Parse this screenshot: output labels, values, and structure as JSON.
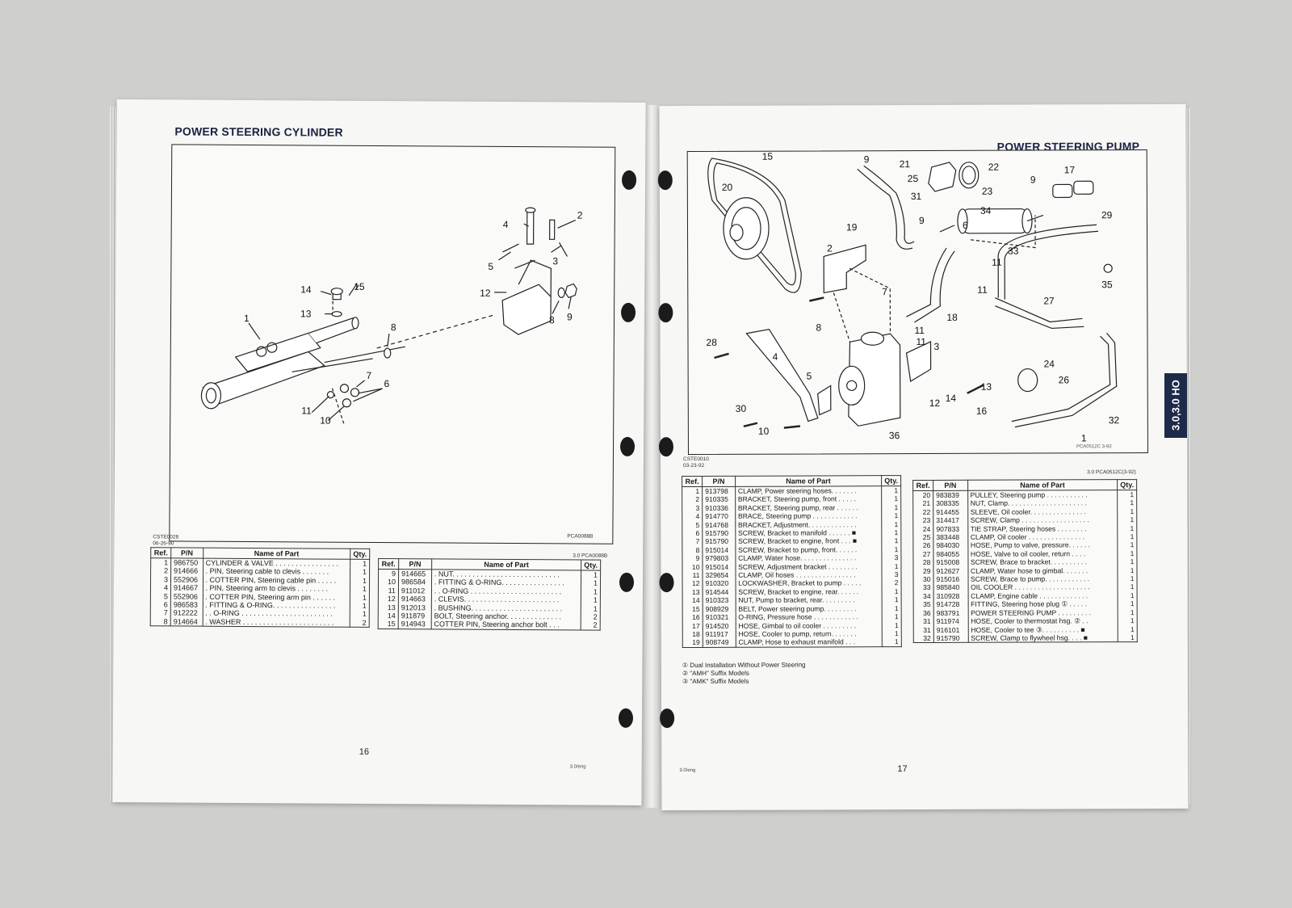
{
  "left": {
    "title": "POWER STEERING CYLINDER",
    "diagram_code": "PCA0088B",
    "small_code_1": "CSTE0028",
    "small_code_2": "06-26-90",
    "table_code": "3.0 PCA0088B",
    "page_number": "16",
    "footer": "3.0/eng",
    "headers": {
      "ref": "Ref.",
      "pn": "P/N",
      "name": "Name of Part",
      "qty": "Qty."
    },
    "callouts": [
      "1",
      "2",
      "3",
      "4",
      "5",
      "6",
      "7",
      "8",
      "8",
      "9",
      "10",
      "11",
      "12",
      "13",
      "14",
      "15"
    ],
    "table1": [
      {
        "ref": "1",
        "pn": "986750",
        "name": "CYLINDER & VALVE . . . . . . . . . . . . . . . .",
        "qty": "1"
      },
      {
        "ref": "2",
        "pn": "914666",
        "name": ". PIN, Steering cable to clevis . . . . . . .",
        "qty": "1"
      },
      {
        "ref": "3",
        "pn": "552906",
        "name": ". COTTER PIN, Steering cable pin . . . . .",
        "qty": "1"
      },
      {
        "ref": "4",
        "pn": "914667",
        "name": ". PIN, Steering arm to clevis . . . . . . . .",
        "qty": "1"
      },
      {
        "ref": "5",
        "pn": "552906",
        "name": ". COTTER PIN, Steering arm pin . . . . . .",
        "qty": "1"
      },
      {
        "ref": "6",
        "pn": "986583",
        "name": ". FITTING & O-RING. . . . . . . . . . . . . . . .",
        "qty": "1"
      },
      {
        "ref": "7",
        "pn": "912222",
        "name": ". . O-RING . . . . . . . . . . . . . . . . . . . . . . .",
        "qty": "1"
      },
      {
        "ref": "8",
        "pn": "914664",
        "name": ". WASHER . . . . . . . . . . . . . . . . . . . . . . .",
        "qty": "2"
      }
    ],
    "table2": [
      {
        "ref": "9",
        "pn": "914665",
        "name": ". NUT. . . . . . . . . . . . . . . . . . . . . . . . . . .",
        "qty": "1"
      },
      {
        "ref": "10",
        "pn": "986584",
        "name": ". FITTING & O-RING. . . . . . . . . . . . . . . .",
        "qty": "1"
      },
      {
        "ref": "11",
        "pn": "911012",
        "name": ". . O-RING . . . . . . . . . . . . . . . . . . . . . . .",
        "qty": "1"
      },
      {
        "ref": "12",
        "pn": "914663",
        "name": ". CLEVIS. . . . . . . . . . . . . . . . . . . . . . . .",
        "qty": "1"
      },
      {
        "ref": "13",
        "pn": "912013",
        "name": ". BUSHING. . . . . . . . . . . . . . . . . . . . . . .",
        "qty": "1"
      },
      {
        "ref": "14",
        "pn": "911879",
        "name": "BOLT, Steering anchor. . . . . . . . . . . . . .",
        "qty": "2"
      },
      {
        "ref": "15",
        "pn": "914943",
        "name": "COTTER PIN, Steering anchor bolt . . .",
        "qty": "2"
      }
    ]
  },
  "right": {
    "title": "POWER STEERING PUMP",
    "diagram_code": "PCA0512C  3-92",
    "small_code_1": "CSTE0010",
    "small_code_2": "03-23-92",
    "table_code": "3.0 PCA0512C(3-92)",
    "page_number": "17",
    "footer": "3.0/eng",
    "tab_label": "3.0,3.0 HO",
    "headers": {
      "ref": "Ref.",
      "pn": "P/N",
      "name": "Name of Part",
      "qty": "Qty."
    },
    "table1": [
      {
        "ref": "1",
        "pn": "913798",
        "name": "CLAMP, Power steering hoses. . . . . . .",
        "qty": "1"
      },
      {
        "ref": "2",
        "pn": "910335",
        "name": "BRACKET, Steering pump, front . . . . .",
        "qty": "1"
      },
      {
        "ref": "3",
        "pn": "910336",
        "name": "BRACKET, Steering pump, rear . . . . . .",
        "qty": "1"
      },
      {
        "ref": "4",
        "pn": "914770",
        "name": "BRACE, Steering pump . . . . . . . . . . . .",
        "qty": "1"
      },
      {
        "ref": "5",
        "pn": "914768",
        "name": "BRACKET, Adjustment. . . . . . . . . . . . .",
        "qty": "1"
      },
      {
        "ref": "6",
        "pn": "915790",
        "name": "SCREW, Bracket to manifold . . . . . . ■",
        "qty": "1"
      },
      {
        "ref": "7",
        "pn": "915790",
        "name": "SCREW, Bracket to engine, front . . . ■",
        "qty": "1"
      },
      {
        "ref": "8",
        "pn": "915014",
        "name": "SCREW, Bracket to pump, front. . . . . .",
        "qty": "1"
      },
      {
        "ref": "9",
        "pn": "979803",
        "name": "CLAMP, Water hose. . . . . . . . . . . . . . .",
        "qty": "3"
      },
      {
        "ref": "10",
        "pn": "915014",
        "name": "SCREW, Adjustment bracket . . . . . . . .",
        "qty": "1"
      },
      {
        "ref": "11",
        "pn": "329654",
        "name": "CLAMP, Oil hoses . . . . . . . . . . . . . . . .",
        "qty": "3"
      },
      {
        "ref": "12",
        "pn": "910320",
        "name": "LOCKWASHER, Bracket to pump . . . . .",
        "qty": "2"
      },
      {
        "ref": "13",
        "pn": "914544",
        "name": "SCREW, Bracket to engine, rear. . . . . .",
        "qty": "1"
      },
      {
        "ref": "14",
        "pn": "910323",
        "name": "NUT, Pump to bracket, rear. . . . . . . . .",
        "qty": "1"
      },
      {
        "ref": "15",
        "pn": "908929",
        "name": "BELT, Power steering pump. . . . . . . . .",
        "qty": "1"
      },
      {
        "ref": "16",
        "pn": "910321",
        "name": "O-RING, Pressure hose . . . . . . . . . . . .",
        "qty": "1"
      },
      {
        "ref": "17",
        "pn": "914520",
        "name": "HOSE, Gimbal to oil cooler . . . . . . . . .",
        "qty": "1"
      },
      {
        "ref": "18",
        "pn": "911917",
        "name": "HOSE, Cooler to pump, return. . . . . . .",
        "qty": "1"
      },
      {
        "ref": "19",
        "pn": "908749",
        "name": "CLAMP, Hose to exhaust manifold . . .",
        "qty": "1"
      }
    ],
    "table2": [
      {
        "ref": "20",
        "pn": "983839",
        "name": "PULLEY, Steering pump . . . . . . . . . . .",
        "qty": "1"
      },
      {
        "ref": "21",
        "pn": "308335",
        "name": "NUT, Clamp. . . . . . . . . . . . . . . . . . . . .",
        "qty": "1"
      },
      {
        "ref": "22",
        "pn": "914455",
        "name": "SLEEVE, Oil cooler. . . . . . . . . . . . . . .",
        "qty": "1"
      },
      {
        "ref": "23",
        "pn": "314417",
        "name": "SCREW, Clamp . . . . . . . . . . . . . . . . . .",
        "qty": "1"
      },
      {
        "ref": "24",
        "pn": "907833",
        "name": "TIE STRAP, Steering hoses . . . . . . . .",
        "qty": "1"
      },
      {
        "ref": "25",
        "pn": "383448",
        "name": "CLAMP, Oil cooler . . . . . . . . . . . . . . .",
        "qty": "1"
      },
      {
        "ref": "26",
        "pn": "984030",
        "name": "HOSE, Pump to valve, pressure. . . . . .",
        "qty": "1"
      },
      {
        "ref": "27",
        "pn": "984055",
        "name": "HOSE, Valve to oil cooler, return . . . .",
        "qty": "1"
      },
      {
        "ref": "28",
        "pn": "915008",
        "name": "SCREW, Brace to bracket. . . . . . . . . .",
        "qty": "1"
      },
      {
        "ref": "29",
        "pn": "912627",
        "name": "CLAMP, Water hose to gimbal. . . . . . .",
        "qty": "1"
      },
      {
        "ref": "30",
        "pn": "915016",
        "name": "SCREW, Brace to pump. . . . . . . . . . . .",
        "qty": "1"
      },
      {
        "ref": "33",
        "pn": "985840",
        "name": "OIL COOLER . . . . . . . . . . . . . . . . . . . .",
        "qty": "1"
      },
      {
        "ref": "34",
        "pn": "310928",
        "name": "CLAMP, Engine cable . . . . . . . . . . . . .",
        "qty": "1"
      },
      {
        "ref": "35",
        "pn": "914728",
        "name": "FITTING, Steering hose plug ① . . . . .",
        "qty": "1"
      },
      {
        "ref": "36",
        "pn": "983791",
        "name": "POWER STEERING PUMP . . . . . . . . .",
        "qty": "1"
      },
      {
        "ref": "31",
        "pn": "911974",
        "name": "HOSE, Cooler to thermostat hsg. ② . .",
        "qty": "1"
      },
      {
        "ref": "31",
        "pn": "916101",
        "name": "HOSE, Cooler to tee ③. . . . . . . . . . ■",
        "qty": "1"
      },
      {
        "ref": "32",
        "pn": "915790",
        "name": "SCREW, Clamp to flywheel hsg. . . . ■",
        "qty": "1"
      }
    ],
    "notes": [
      "① Dual Installation Without Power Steering",
      "② \"AMH\" Suffix Models",
      "③ \"AMK\" Suffix Models"
    ],
    "callouts": [
      "1",
      "2",
      "3",
      "4",
      "5",
      "6",
      "7",
      "8",
      "9",
      "9",
      "9",
      "10",
      "11",
      "11",
      "11",
      "11",
      "12",
      "13",
      "14",
      "15",
      "16",
      "17",
      "18",
      "19",
      "20",
      "21",
      "22",
      "23",
      "24",
      "25",
      "26",
      "27",
      "28",
      "29",
      "30",
      "31",
      "32",
      "33",
      "34",
      "35",
      "36"
    ]
  }
}
